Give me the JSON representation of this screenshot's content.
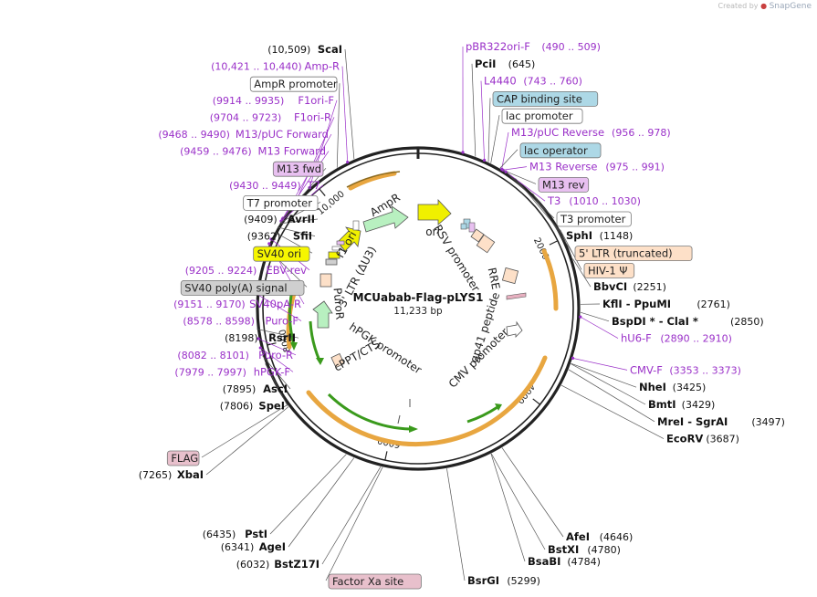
{
  "credit": {
    "prefix": "Created by",
    "brand": "SnapGene"
  },
  "plasmid": {
    "name": "MCUabab-Flag-pLYS1",
    "length": "11,233 bp",
    "total_bp": 11233
  },
  "ticks": [
    {
      "bp": 2000,
      "text": "2000"
    },
    {
      "bp": 4000,
      "text": "4000"
    },
    {
      "bp": 6000,
      "text": "6000"
    },
    {
      "bp": 8000,
      "text": "8000"
    },
    {
      "bp": 10000,
      "text": "10,000"
    }
  ],
  "colors": {
    "primer": "#9a30c8",
    "enzyme": "#111111",
    "backbone": "#222222",
    "orf_arc": "#e8a640",
    "green_arrow": "#3a9a1c",
    "cds": "#b8f0c0",
    "ori": "#f0f000",
    "promoter_box": "#ffffff",
    "ltr_box": "#fde0c8",
    "rep_box": "#add8e6",
    "yellow_box": "#f6f600",
    "purple_box": "#e8c0f0",
    "gray_box": "#cfcfcf",
    "pink_box": "#e8c0cc"
  },
  "labels_left": [
    {
      "id": "scai",
      "type": "enzyme",
      "pos": "(10,509)",
      "name": "ScaI",
      "bp": 10509
    },
    {
      "id": "amp-r",
      "type": "primer",
      "pos": "(10,421 .. 10,440)",
      "name": "Amp-R",
      "bp": 10430
    },
    {
      "id": "ampr-promoter",
      "type": "box-white",
      "name": "AmpR promoter",
      "bp": 10300
    },
    {
      "id": "f1ori-f",
      "type": "primer",
      "pos": "(9914 .. 9935)",
      "name": "F1ori-F",
      "bp": 9924
    },
    {
      "id": "f1ori-r",
      "type": "primer",
      "pos": "(9704 .. 9723)",
      "name": "F1ori-R",
      "bp": 9713
    },
    {
      "id": "m13-puc-forward",
      "type": "primer",
      "pos": "(9468 .. 9490)",
      "name": "M13/pUC Forward",
      "bp": 9479
    },
    {
      "id": "m13-forward",
      "type": "primer",
      "pos": "(9459 .. 9476)",
      "name": "M13 Forward",
      "bp": 9467
    },
    {
      "id": "m13-fwd",
      "type": "box-purple",
      "name": "M13 fwd",
      "bp": 9460
    },
    {
      "id": "t7",
      "type": "primer",
      "pos": "(9430 .. 9449)",
      "name": "T7",
      "bp": 9440
    },
    {
      "id": "t7-promoter",
      "type": "box-white",
      "name": "T7 promoter",
      "bp": 9425
    },
    {
      "id": "avrii",
      "type": "enzyme",
      "pos": "(9409)",
      "name": "AvrII",
      "bp": 9409
    },
    {
      "id": "sfii",
      "type": "enzyme",
      "pos": "(9362)",
      "name": "SfiI",
      "bp": 9362
    },
    {
      "id": "sv40-ori",
      "type": "box-yellow",
      "name": "SV40 ori",
      "bp": 9300
    },
    {
      "id": "ebv-rev",
      "type": "primer",
      "pos": "(9205 .. 9224)",
      "name": "EBV-rev",
      "bp": 9214
    },
    {
      "id": "sv40-polya",
      "type": "box-gray",
      "name": "SV40 poly(A) signal",
      "bp": 9100
    },
    {
      "id": "sv40pa-r",
      "type": "primer",
      "pos": "(9151 .. 9170)",
      "name": "SV40pA-R",
      "bp": 9160
    },
    {
      "id": "puro-f",
      "type": "primer",
      "pos": "(8578 .. 8598)",
      "name": "Puro-F",
      "bp": 8588
    },
    {
      "id": "rsrii",
      "type": "enzyme",
      "pos": "(8198)",
      "name": "RsrII",
      "bp": 8198
    },
    {
      "id": "puro-r",
      "type": "primer",
      "pos": "(8082 .. 8101)",
      "name": "Puro-R",
      "bp": 8091
    },
    {
      "id": "hpgk-f",
      "type": "primer",
      "pos": "(7979 .. 7997)",
      "name": "hPGK-F",
      "bp": 7988
    },
    {
      "id": "asci",
      "type": "enzyme",
      "pos": "(7895)",
      "name": "AscI",
      "bp": 7895
    },
    {
      "id": "spei",
      "type": "enzyme",
      "pos": "(7806)",
      "name": "SpeI",
      "bp": 7806
    },
    {
      "id": "flag",
      "type": "box-pink",
      "name": "FLAG",
      "bp": 7290
    },
    {
      "id": "xbai",
      "type": "enzyme",
      "pos": "(7265)",
      "name": "XbaI",
      "bp": 7265
    },
    {
      "id": "psti",
      "type": "enzyme",
      "pos": "(6435)",
      "name": "PstI",
      "bp": 6435
    },
    {
      "id": "agei",
      "type": "enzyme",
      "pos": "(6341)",
      "name": "AgeI",
      "bp": 6341
    },
    {
      "id": "bstz17i",
      "type": "enzyme",
      "pos": "(6032)",
      "name": "BstZ17I",
      "bp": 6032
    },
    {
      "id": "factor-xa",
      "type": "box-pink",
      "name": "Factor Xa site",
      "bp": 6010
    }
  ],
  "labels_right": [
    {
      "id": "pbr322ori-f",
      "type": "primer",
      "name": "pBR322ori-F",
      "pos": "(490 .. 509)",
      "bp": 499
    },
    {
      "id": "pcii",
      "type": "enzyme",
      "name": "PciI",
      "pos": "(645)",
      "bp": 645
    },
    {
      "id": "l4440",
      "type": "primer",
      "name": "L4440",
      "pos": "(743 .. 760)",
      "bp": 751
    },
    {
      "id": "cap-site",
      "type": "box-blue",
      "name": "CAP binding site",
      "bp": 800
    },
    {
      "id": "lac-promoter",
      "type": "box-white",
      "name": "lac promoter",
      "bp": 830
    },
    {
      "id": "m13-puc-reverse",
      "type": "primer",
      "name": "M13/pUC Reverse",
      "pos": "(956 .. 978)",
      "bp": 967
    },
    {
      "id": "lac-operator",
      "type": "box-blue",
      "name": "lac operator",
      "bp": 945
    },
    {
      "id": "m13-reverse",
      "type": "primer",
      "name": "M13 Reverse",
      "pos": "(975 .. 991)",
      "bp": 983
    },
    {
      "id": "m13-rev",
      "type": "box-purple",
      "name": "M13 rev",
      "bp": 990
    },
    {
      "id": "t3",
      "type": "primer",
      "name": "T3",
      "pos": "(1010 .. 1030)",
      "bp": 1020
    },
    {
      "id": "t3-promoter",
      "type": "box-white",
      "name": "T3 promoter",
      "bp": 1030
    },
    {
      "id": "sphi",
      "type": "enzyme",
      "name": "SphI",
      "pos": "(1148)",
      "bp": 1148
    },
    {
      "id": "ltr-5",
      "type": "box-ltr",
      "name": "5' LTR (truncated)",
      "bp": 1400
    },
    {
      "id": "hiv1-psi",
      "type": "box-ltr",
      "name": "HIV-1 Ψ",
      "bp": 1900
    },
    {
      "id": "bbvci",
      "type": "enzyme",
      "name": "BbvCI",
      "pos": "(2251)",
      "bp": 2251
    },
    {
      "id": "kfli",
      "type": "enzyme",
      "name": "KflI  -  PpuMI",
      "pos": "(2761)",
      "bp": 2761
    },
    {
      "id": "bspdi",
      "type": "enzyme",
      "name": "BspDI *  -  ClaI *",
      "pos": "(2850)",
      "bp": 2850
    },
    {
      "id": "hu6-f",
      "type": "primer",
      "name": "hU6-F",
      "pos": "(2890 .. 2910)",
      "bp": 2900
    },
    {
      "id": "cmv-f",
      "type": "primer",
      "name": "CMV-F",
      "pos": "(3353 .. 3373)",
      "bp": 3363
    },
    {
      "id": "nhei",
      "type": "enzyme",
      "name": "NheI",
      "pos": "(3425)",
      "bp": 3425
    },
    {
      "id": "bmti",
      "type": "enzyme",
      "name": "BmtI",
      "pos": "(3429)",
      "bp": 3429
    },
    {
      "id": "mrei",
      "type": "enzyme",
      "name": "MreI  -  SgrAI",
      "pos": "(3497)",
      "bp": 3497
    },
    {
      "id": "ecorv",
      "type": "enzyme",
      "name": "EcoRV",
      "pos": "(3687)",
      "bp": 3687
    }
  ],
  "labels_bottom": [
    {
      "id": "afei",
      "type": "enzyme",
      "name": "AfeI",
      "pos": "(4646)",
      "bp": 4646
    },
    {
      "id": "bstxi",
      "type": "enzyme",
      "name": "BstXI",
      "pos": "(4780)",
      "bp": 4780
    },
    {
      "id": "bsabi",
      "type": "enzyme",
      "name": "BsaBI",
      "pos": "(4784)",
      "bp": 4784
    },
    {
      "id": "bsrgi",
      "type": "enzyme",
      "name": "BsrGI",
      "pos": "(5299)",
      "bp": 5299
    }
  ],
  "inner_features": [
    {
      "id": "f1-ori",
      "text": "f1 ori",
      "bp": 10050
    },
    {
      "id": "ampr",
      "text": "AmpR",
      "bp": 10700
    },
    {
      "id": "ltr3",
      "text": "3' LTR (ΔU3)",
      "bp": 9700
    },
    {
      "id": "ori",
      "text": "ori",
      "bp": 300
    },
    {
      "id": "rsv-promoter",
      "text": "RSV promoter",
      "bp": 1000
    },
    {
      "id": "rre",
      "text": "RRE",
      "bp": 2300
    },
    {
      "id": "gp41-peptide",
      "text": "gp41 peptide",
      "bp": 2900
    },
    {
      "id": "cmv-promoter",
      "text": "CMV promoter",
      "bp": 3400
    },
    {
      "id": "puror",
      "text": "PuroR",
      "bp": 8600
    },
    {
      "id": "hpgk-promoter",
      "text": "hPGK promoter",
      "bp": 7800
    },
    {
      "id": "cppt-cts",
      "text": "cPPT/CTS",
      "bp": 7350
    }
  ]
}
